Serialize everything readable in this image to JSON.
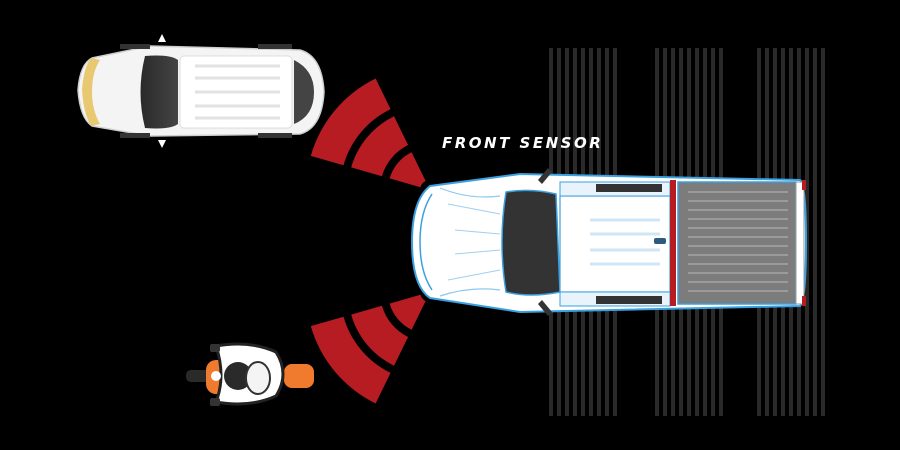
{
  "label": {
    "text": "FRONT SENSOR"
  },
  "colors": {
    "background": "#000000",
    "sensor_wave": "#b71c23",
    "pickup_outline": "#3aa0e0",
    "vehicle_body": "#ffffff",
    "motorcycle_accent": "#f07b2e",
    "road_stripes": "#2a2a2a"
  },
  "scene": {
    "vehicles": [
      "suv-icon",
      "pickup-truck-icon",
      "motorcycle-icon"
    ],
    "sensor_zones": [
      "front-sensor-wave-upper",
      "front-sensor-wave-lower"
    ]
  }
}
